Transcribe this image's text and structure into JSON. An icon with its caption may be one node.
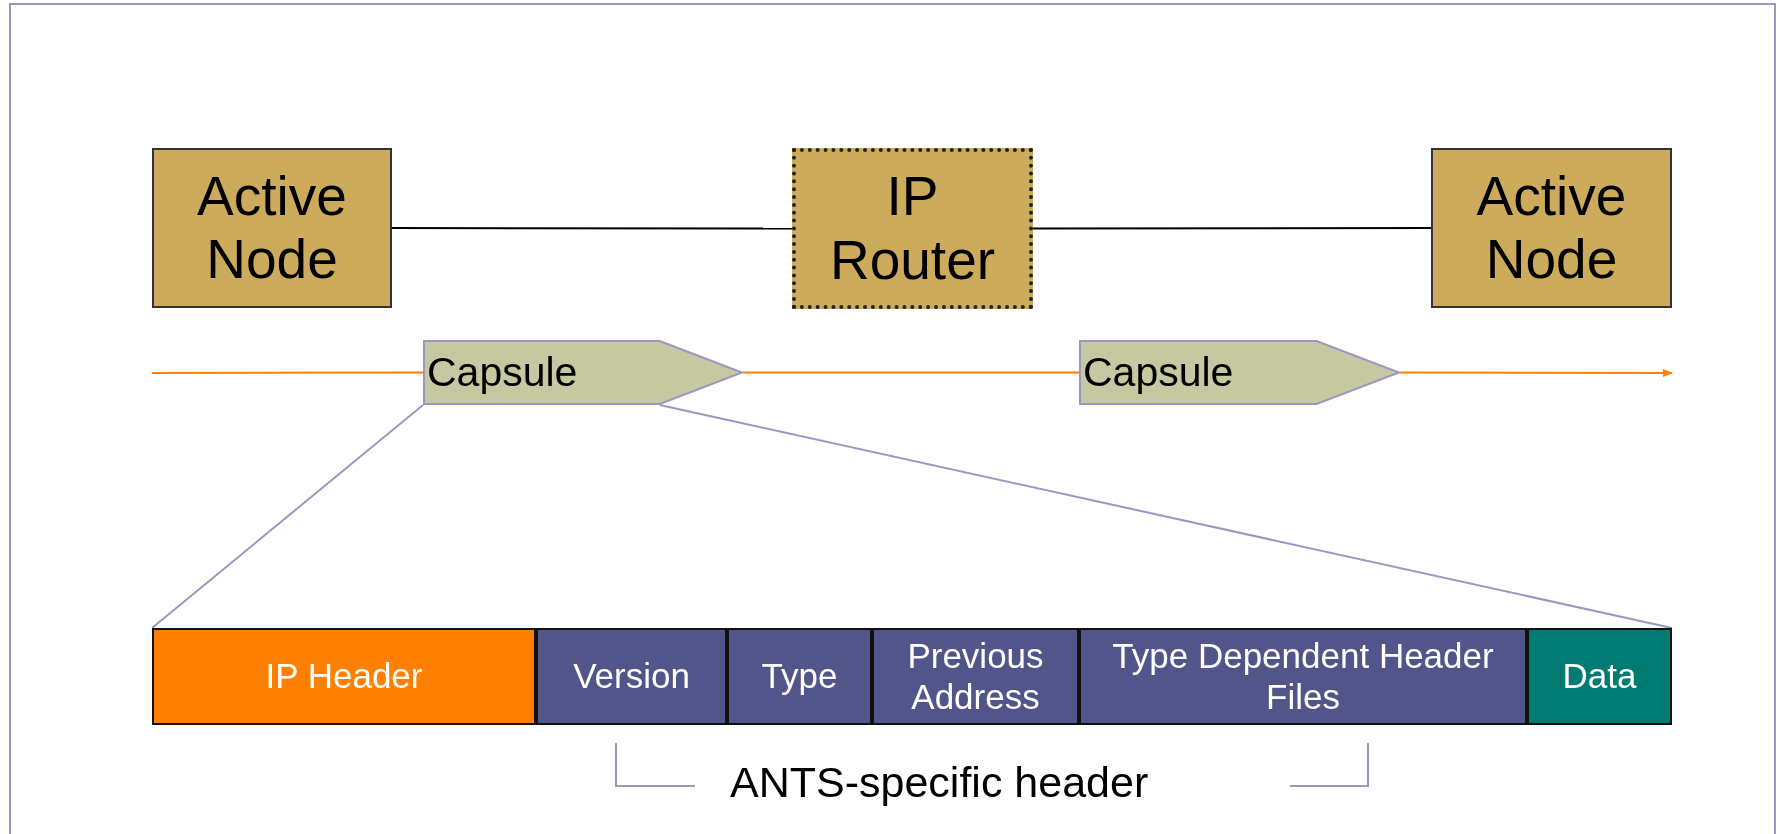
{
  "diagram": {
    "nodes": [
      {
        "text": [
          "Active Node"
        ]
      },
      {
        "text": [
          "IP Router"
        ]
      },
      {
        "text": [
          "Active Node"
        ]
      },
      {
        "text": [
          "Capsule"
        ]
      },
      {
        "text": [
          "Capsule"
        ]
      },
      {
        "text": [
          "IP Header"
        ]
      },
      {
        "text": [
          "Version"
        ]
      },
      {
        "text": [
          "Type"
        ]
      },
      {
        "text": [
          "Previous Address"
        ]
      },
      {
        "text": [
          "Type Dependent Header Files"
        ]
      },
      {
        "text": [
          "Data"
        ]
      }
    ],
    "edges": [
      {
        "from": 0,
        "to": 1,
        "arrow": "none",
        "color": "#000000"
      },
      {
        "from": 1,
        "to": 2,
        "arrow": "none",
        "color": "#000000"
      },
      {
        "from": null,
        "to": 3,
        "arrow": "none",
        "color": "#ff8000"
      },
      {
        "from": 3,
        "to": 4,
        "arrow": "none",
        "color": "#ff8000"
      },
      {
        "from": 4,
        "to": null,
        "arrow": "to",
        "color": "#ff8000"
      },
      {
        "from": 3,
        "to": 5,
        "arrow": "none",
        "color": "#9a98c0"
      },
      {
        "from": 3,
        "to": 10,
        "arrow": "none",
        "color": "#9a98c0"
      }
    ],
    "labels": [
      "ANTS-specific header"
    ]
  }
}
